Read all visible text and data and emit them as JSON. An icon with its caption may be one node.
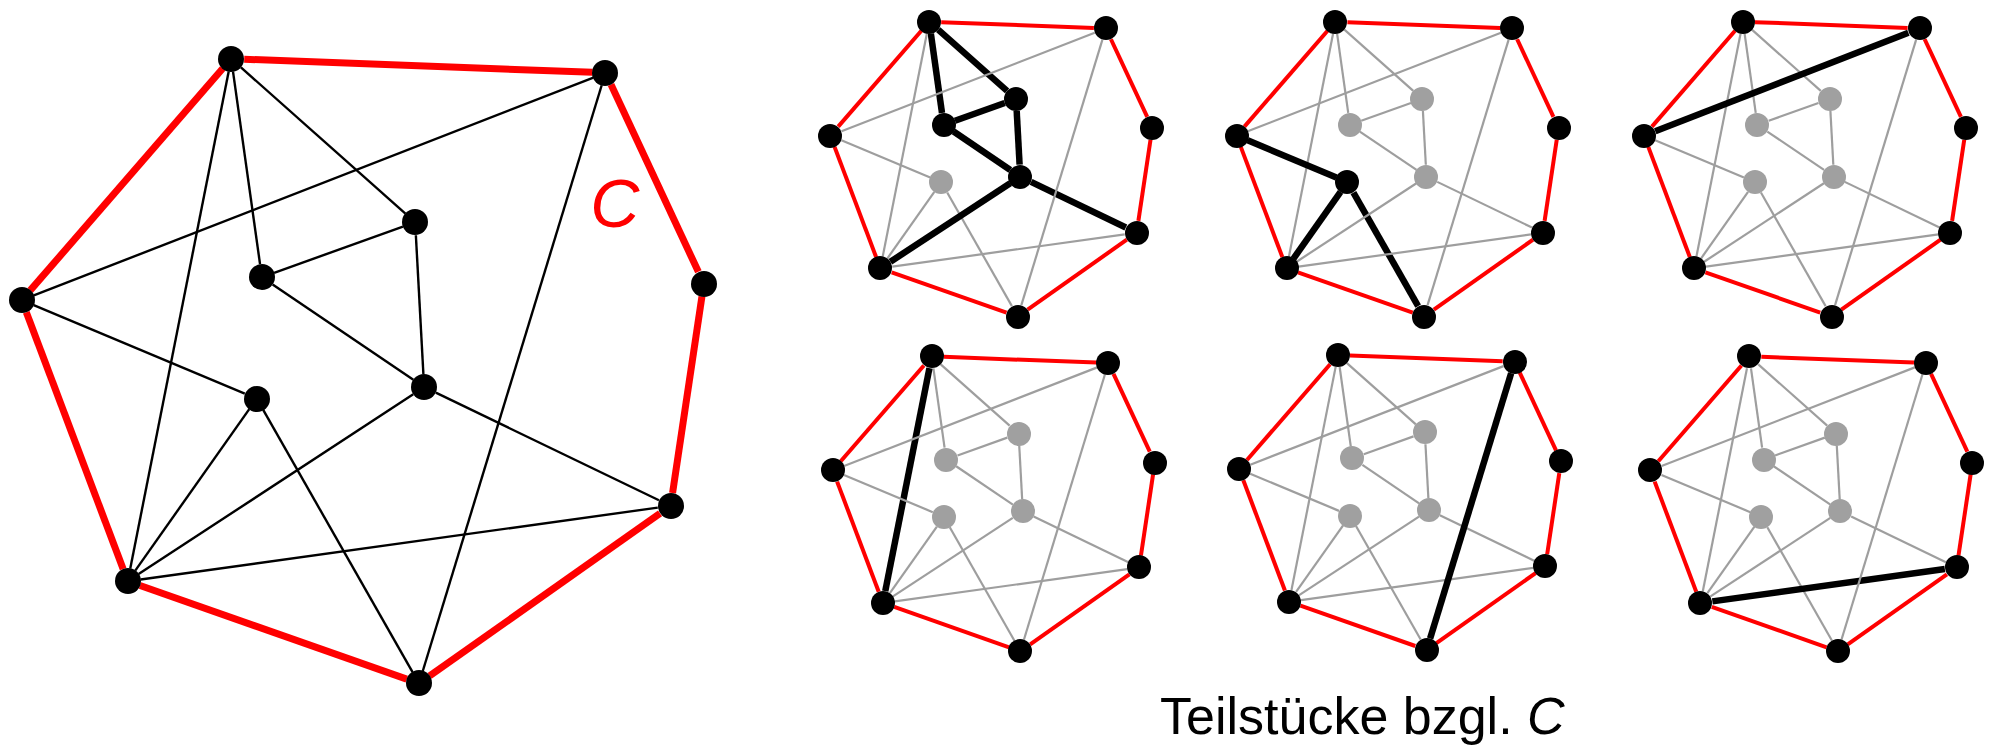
{
  "diagram": {
    "caption": "Teilstücke bzgl. *C*",
    "nodes": [
      {
        "text": [],
        "shape": "circle"
      },
      {
        "text": [],
        "shape": "circle"
      },
      {
        "text": [],
        "shape": "circle"
      },
      {
        "text": [],
        "shape": "circle"
      },
      {
        "text": [],
        "shape": "circle"
      },
      {
        "text": [],
        "shape": "circle"
      },
      {
        "text": [],
        "shape": "circle"
      },
      {
        "text": [],
        "shape": "circle"
      },
      {
        "text": [],
        "shape": "circle"
      },
      {
        "text": [],
        "shape": "circle"
      },
      {
        "text": [],
        "shape": "circle"
      },
      {
        "text": [],
        "shape": "circle"
      },
      {
        "text": [],
        "shape": "circle"
      },
      {
        "text": [],
        "shape": "circle"
      },
      {
        "text": [],
        "shape": "circle"
      },
      {
        "text": [],
        "shape": "circle"
      },
      {
        "text": [],
        "shape": "circle"
      },
      {
        "text": [],
        "shape": "circle"
      },
      {
        "text": [],
        "shape": "circle"
      },
      {
        "text": [],
        "shape": "circle"
      },
      {
        "text": [],
        "shape": "circle"
      },
      {
        "text": [],
        "shape": "circle"
      },
      {
        "text": [],
        "shape": "circle"
      },
      {
        "text": [],
        "shape": "circle"
      },
      {
        "text": [],
        "shape": "circle"
      },
      {
        "text": [],
        "shape": "circle"
      },
      {
        "text": [],
        "shape": "circle"
      },
      {
        "text": [],
        "shape": "circle"
      },
      {
        "text": [],
        "shape": "circle"
      },
      {
        "text": [],
        "shape": "circle"
      },
      {
        "text": [],
        "shape": "circle"
      },
      {
        "text": [],
        "shape": "circle"
      },
      {
        "text": [],
        "shape": "circle"
      },
      {
        "text": [],
        "shape": "circle"
      },
      {
        "text": [],
        "shape": "circle"
      },
      {
        "text": [],
        "shape": "circle"
      },
      {
        "text": [],
        "shape": "circle"
      },
      {
        "text": [],
        "shape": "circle"
      },
      {
        "text": [],
        "shape": "circle"
      },
      {
        "text": [],
        "shape": "circle"
      },
      {
        "text": [],
        "shape": "circle"
      },
      {
        "text": [],
        "shape": "circle"
      },
      {
        "text": [],
        "shape": "circle"
      },
      {
        "text": [],
        "shape": "circle"
      },
      {
        "text": [],
        "shape": "circle"
      },
      {
        "text": [],
        "shape": "circle"
      },
      {
        "text": [],
        "shape": "circle"
      },
      {
        "text": [],
        "shape": "circle"
      },
      {
        "text": [],
        "shape": "circle"
      },
      {
        "text": [],
        "shape": "circle"
      },
      {
        "text": [],
        "shape": "circle"
      },
      {
        "text": [],
        "shape": "circle"
      },
      {
        "text": [],
        "shape": "circle"
      },
      {
        "text": [],
        "shape": "circle"
      },
      {
        "text": [],
        "shape": "circle"
      },
      {
        "text": [],
        "shape": "circle"
      },
      {
        "text": [],
        "shape": "circle"
      },
      {
        "text": [],
        "shape": "circle"
      },
      {
        "text": [],
        "shape": "circle"
      },
      {
        "text": [],
        "shape": "circle"
      },
      {
        "text": [],
        "shape": "circle"
      },
      {
        "text": [],
        "shape": "circle"
      },
      {
        "text": [],
        "shape": "circle"
      },
      {
        "text": [],
        "shape": "circle"
      },
      {
        "text": [],
        "shape": "circle"
      },
      {
        "text": [],
        "shape": "circle"
      },
      {
        "text": [],
        "shape": "circle"
      },
      {
        "text": [],
        "shape": "circle"
      },
      {
        "text": [],
        "shape": "circle"
      },
      {
        "text": [],
        "shape": "circle"
      },
      {
        "text": [],
        "shape": "circle"
      },
      {
        "text": [],
        "shape": "circle"
      },
      {
        "text": [],
        "shape": "circle"
      },
      {
        "text": [],
        "shape": "circle"
      },
      {
        "text": [],
        "shape": "circle"
      },
      {
        "text": [],
        "shape": "circle"
      },
      {
        "text": [],
        "shape": "circle"
      }
    ],
    "edges": [
      {
        "from": 0,
        "to": 1,
        "arrow": "none",
        "color": "#ff0000",
        "style": "thick"
      },
      {
        "from": 1,
        "to": 2,
        "arrow": "none",
        "color": "#ff0000",
        "style": "thick"
      },
      {
        "from": 2,
        "to": 3,
        "arrow": "none",
        "color": "#ff0000",
        "style": "thick"
      },
      {
        "from": 3,
        "to": 4,
        "arrow": "none",
        "color": "#ff0000",
        "style": "thick"
      },
      {
        "from": 4,
        "to": 5,
        "arrow": "none",
        "color": "#ff0000",
        "style": "thick"
      },
      {
        "from": 5,
        "to": 6,
        "arrow": "none",
        "color": "#ff0000",
        "style": "thick"
      },
      {
        "from": 6,
        "to": 0,
        "arrow": "none",
        "color": "#ff0000",
        "style": "thick"
      },
      {
        "from": 0,
        "to": 7,
        "arrow": "none",
        "color": "#000000"
      },
      {
        "from": 0,
        "to": 8,
        "arrow": "none",
        "color": "#000000"
      },
      {
        "from": 0,
        "to": 5,
        "arrow": "none",
        "color": "#000000"
      },
      {
        "from": 7,
        "to": 8,
        "arrow": "none",
        "color": "#000000"
      },
      {
        "from": 7,
        "to": 9,
        "arrow": "none",
        "color": "#000000"
      },
      {
        "from": 8,
        "to": 9,
        "arrow": "none",
        "color": "#000000"
      },
      {
        "from": 6,
        "to": 1,
        "arrow": "none",
        "color": "#000000"
      },
      {
        "from": 6,
        "to": 10,
        "arrow": "none",
        "color": "#000000"
      },
      {
        "from": 10,
        "to": 5,
        "arrow": "none",
        "color": "#000000"
      },
      {
        "from": 10,
        "to": 4,
        "arrow": "none",
        "color": "#000000"
      },
      {
        "from": 9,
        "to": 5,
        "arrow": "none",
        "color": "#000000"
      },
      {
        "from": 9,
        "to": 3,
        "arrow": "none",
        "color": "#000000"
      },
      {
        "from": 5,
        "to": 3,
        "arrow": "none",
        "color": "#000000"
      },
      {
        "from": 1,
        "to": 4,
        "arrow": "none",
        "color": "#000000"
      },
      {
        "from": 11,
        "to": 12,
        "arrow": "none",
        "color": "#ff0000"
      },
      {
        "from": 12,
        "to": 13,
        "arrow": "none",
        "color": "#ff0000"
      },
      {
        "from": 13,
        "to": 14,
        "arrow": "none",
        "color": "#ff0000"
      },
      {
        "from": 14,
        "to": 15,
        "arrow": "none",
        "color": "#ff0000"
      },
      {
        "from": 15,
        "to": 16,
        "arrow": "none",
        "color": "#ff0000"
      },
      {
        "from": 16,
        "to": 17,
        "arrow": "none",
        "color": "#ff0000"
      },
      {
        "from": 17,
        "to": 11,
        "arrow": "none",
        "color": "#ff0000"
      },
      {
        "from": 11,
        "to": 18,
        "arrow": "none",
        "color": "#000000",
        "style": "thick"
      },
      {
        "from": 11,
        "to": 19,
        "arrow": "none",
        "color": "#000000",
        "style": "thick"
      },
      {
        "from": 11,
        "to": 16,
        "arrow": "none"
      },
      {
        "from": 18,
        "to": 19,
        "arrow": "none",
        "color": "#000000",
        "style": "thick"
      },
      {
        "from": 18,
        "to": 20,
        "arrow": "none",
        "color": "#000000",
        "style": "thick"
      },
      {
        "from": 19,
        "to": 20,
        "arrow": "none",
        "color": "#000000",
        "style": "thick"
      },
      {
        "from": 17,
        "to": 12,
        "arrow": "none"
      },
      {
        "from": 17,
        "to": 21,
        "arrow": "none"
      },
      {
        "from": 21,
        "to": 16,
        "arrow": "none"
      },
      {
        "from": 21,
        "to": 15,
        "arrow": "none"
      },
      {
        "from": 20,
        "to": 16,
        "arrow": "none",
        "color": "#000000",
        "style": "thick"
      },
      {
        "from": 20,
        "to": 14,
        "arrow": "none",
        "color": "#000000",
        "style": "thick"
      },
      {
        "from": 16,
        "to": 14,
        "arrow": "none"
      },
      {
        "from": 12,
        "to": 15,
        "arrow": "none"
      },
      {
        "from": 22,
        "to": 23,
        "arrow": "none",
        "color": "#ff0000"
      },
      {
        "from": 23,
        "to": 24,
        "arrow": "none",
        "color": "#ff0000"
      },
      {
        "from": 24,
        "to": 25,
        "arrow": "none",
        "color": "#ff0000"
      },
      {
        "from": 25,
        "to": 26,
        "arrow": "none",
        "color": "#ff0000"
      },
      {
        "from": 26,
        "to": 27,
        "arrow": "none",
        "color": "#ff0000"
      },
      {
        "from": 27,
        "to": 28,
        "arrow": "none",
        "color": "#ff0000"
      },
      {
        "from": 28,
        "to": 22,
        "arrow": "none",
        "color": "#ff0000"
      },
      {
        "from": 22,
        "to": 29,
        "arrow": "none"
      },
      {
        "from": 22,
        "to": 30,
        "arrow": "none"
      },
      {
        "from": 22,
        "to": 27,
        "arrow": "none"
      },
      {
        "from": 29,
        "to": 30,
        "arrow": "none"
      },
      {
        "from": 29,
        "to": 31,
        "arrow": "none"
      },
      {
        "from": 30,
        "to": 31,
        "arrow": "none"
      },
      {
        "from": 28,
        "to": 23,
        "arrow": "none"
      },
      {
        "from": 28,
        "to": 32,
        "arrow": "none",
        "color": "#000000",
        "style": "thick"
      },
      {
        "from": 32,
        "to": 27,
        "arrow": "none",
        "color": "#000000",
        "style": "thick"
      },
      {
        "from": 32,
        "to": 26,
        "arrow": "none",
        "color": "#000000",
        "style": "thick"
      },
      {
        "from": 31,
        "to": 27,
        "arrow": "none"
      },
      {
        "from": 31,
        "to": 25,
        "arrow": "none"
      },
      {
        "from": 27,
        "to": 25,
        "arrow": "none"
      },
      {
        "from": 23,
        "to": 26,
        "arrow": "none"
      },
      {
        "from": 33,
        "to": 34,
        "arrow": "none",
        "color": "#ff0000"
      },
      {
        "from": 34,
        "to": 35,
        "arrow": "none",
        "color": "#ff0000"
      },
      {
        "from": 35,
        "to": 36,
        "arrow": "none",
        "color": "#ff0000"
      },
      {
        "from": 36,
        "to": 37,
        "arrow": "none",
        "color": "#ff0000"
      },
      {
        "from": 37,
        "to": 38,
        "arrow": "none",
        "color": "#ff0000"
      },
      {
        "from": 38,
        "to": 39,
        "arrow": "none",
        "color": "#ff0000"
      },
      {
        "from": 39,
        "to": 33,
        "arrow": "none",
        "color": "#ff0000"
      },
      {
        "from": 33,
        "to": 40,
        "arrow": "none"
      },
      {
        "from": 33,
        "to": 41,
        "arrow": "none"
      },
      {
        "from": 33,
        "to": 38,
        "arrow": "none"
      },
      {
        "from": 40,
        "to": 41,
        "arrow": "none"
      },
      {
        "from": 40,
        "to": 42,
        "arrow": "none"
      },
      {
        "from": 41,
        "to": 42,
        "arrow": "none"
      },
      {
        "from": 39,
        "to": 34,
        "arrow": "none",
        "color": "#000000",
        "style": "thick"
      },
      {
        "from": 39,
        "to": 43,
        "arrow": "none"
      },
      {
        "from": 43,
        "to": 38,
        "arrow": "none"
      },
      {
        "from": 43,
        "to": 37,
        "arrow": "none"
      },
      {
        "from": 42,
        "to": 38,
        "arrow": "none"
      },
      {
        "from": 42,
        "to": 36,
        "arrow": "none"
      },
      {
        "from": 38,
        "to": 36,
        "arrow": "none"
      },
      {
        "from": 34,
        "to": 37,
        "arrow": "none"
      },
      {
        "from": 44,
        "to": 45,
        "arrow": "none",
        "color": "#ff0000"
      },
      {
        "from": 45,
        "to": 46,
        "arrow": "none",
        "color": "#ff0000"
      },
      {
        "from": 46,
        "to": 47,
        "arrow": "none",
        "color": "#ff0000"
      },
      {
        "from": 47,
        "to": 48,
        "arrow": "none",
        "color": "#ff0000"
      },
      {
        "from": 48,
        "to": 49,
        "arrow": "none",
        "color": "#ff0000"
      },
      {
        "from": 49,
        "to": 50,
        "arrow": "none",
        "color": "#ff0000"
      },
      {
        "from": 50,
        "to": 44,
        "arrow": "none",
        "color": "#ff0000"
      },
      {
        "from": 44,
        "to": 51,
        "arrow": "none"
      },
      {
        "from": 44,
        "to": 52,
        "arrow": "none"
      },
      {
        "from": 44,
        "to": 49,
        "arrow": "none",
        "color": "#000000",
        "style": "thick"
      },
      {
        "from": 51,
        "to": 52,
        "arrow": "none"
      },
      {
        "from": 51,
        "to": 53,
        "arrow": "none"
      },
      {
        "from": 52,
        "to": 53,
        "arrow": "none"
      },
      {
        "from": 50,
        "to": 45,
        "arrow": "none"
      },
      {
        "from": 50,
        "to": 54,
        "arrow": "none"
      },
      {
        "from": 54,
        "to": 49,
        "arrow": "none"
      },
      {
        "from": 54,
        "to": 48,
        "arrow": "none"
      },
      {
        "from": 53,
        "to": 49,
        "arrow": "none"
      },
      {
        "from": 53,
        "to": 47,
        "arrow": "none"
      },
      {
        "from": 49,
        "to": 47,
        "arrow": "none"
      },
      {
        "from": 45,
        "to": 48,
        "arrow": "none"
      },
      {
        "from": 55,
        "to": 56,
        "arrow": "none",
        "color": "#ff0000"
      },
      {
        "from": 56,
        "to": 57,
        "arrow": "none",
        "color": "#ff0000"
      },
      {
        "from": 57,
        "to": 58,
        "arrow": "none",
        "color": "#ff0000"
      },
      {
        "from": 58,
        "to": 59,
        "arrow": "none",
        "color": "#ff0000"
      },
      {
        "from": 59,
        "to": 60,
        "arrow": "none",
        "color": "#ff0000"
      },
      {
        "from": 60,
        "to": 61,
        "arrow": "none",
        "color": "#ff0000"
      },
      {
        "from": 61,
        "to": 55,
        "arrow": "none",
        "color": "#ff0000"
      },
      {
        "from": 55,
        "to": 62,
        "arrow": "none"
      },
      {
        "from": 55,
        "to": 63,
        "arrow": "none"
      },
      {
        "from": 55,
        "to": 60,
        "arrow": "none"
      },
      {
        "from": 62,
        "to": 63,
        "arrow": "none"
      },
      {
        "from": 62,
        "to": 64,
        "arrow": "none"
      },
      {
        "from": 63,
        "to": 64,
        "arrow": "none"
      },
      {
        "from": 61,
        "to": 56,
        "arrow": "none"
      },
      {
        "from": 61,
        "to": 65,
        "arrow": "none"
      },
      {
        "from": 65,
        "to": 60,
        "arrow": "none"
      },
      {
        "from": 65,
        "to": 59,
        "arrow": "none"
      },
      {
        "from": 64,
        "to": 60,
        "arrow": "none"
      },
      {
        "from": 64,
        "to": 58,
        "arrow": "none"
      },
      {
        "from": 60,
        "to": 58,
        "arrow": "none"
      },
      {
        "from": 56,
        "to": 59,
        "arrow": "none",
        "color": "#000000",
        "style": "thick"
      },
      {
        "from": 66,
        "to": 67,
        "arrow": "none",
        "color": "#ff0000"
      },
      {
        "from": 67,
        "to": 68,
        "arrow": "none",
        "color": "#ff0000"
      },
      {
        "from": 68,
        "to": 69,
        "arrow": "none",
        "color": "#ff0000"
      },
      {
        "from": 69,
        "to": 70,
        "arrow": "none",
        "color": "#ff0000"
      },
      {
        "from": 70,
        "to": 71,
        "arrow": "none",
        "color": "#ff0000"
      },
      {
        "from": 71,
        "to": 72,
        "arrow": "none",
        "color": "#ff0000"
      },
      {
        "from": 72,
        "to": 66,
        "arrow": "none",
        "color": "#ff0000"
      },
      {
        "from": 66,
        "to": 73,
        "arrow": "none"
      },
      {
        "from": 66,
        "to": 74,
        "arrow": "none"
      },
      {
        "from": 66,
        "to": 71,
        "arrow": "none"
      },
      {
        "from": 73,
        "to": 74,
        "arrow": "none"
      },
      {
        "from": 73,
        "to": 75,
        "arrow": "none"
      },
      {
        "from": 74,
        "to": 75,
        "arrow": "none"
      },
      {
        "from": 72,
        "to": 67,
        "arrow": "none"
      },
      {
        "from": 72,
        "to": 76,
        "arrow": "none"
      },
      {
        "from": 76,
        "to": 71,
        "arrow": "none"
      },
      {
        "from": 76,
        "to": 70,
        "arrow": "none"
      },
      {
        "from": 75,
        "to": 71,
        "arrow": "none"
      },
      {
        "from": 75,
        "to": 69,
        "arrow": "none"
      },
      {
        "from": 71,
        "to": 69,
        "arrow": "none",
        "color": "#000000",
        "style": "thick"
      },
      {
        "from": 67,
        "to": 70,
        "arrow": "none"
      }
    ],
    "labels": [
      "C"
    ]
  }
}
